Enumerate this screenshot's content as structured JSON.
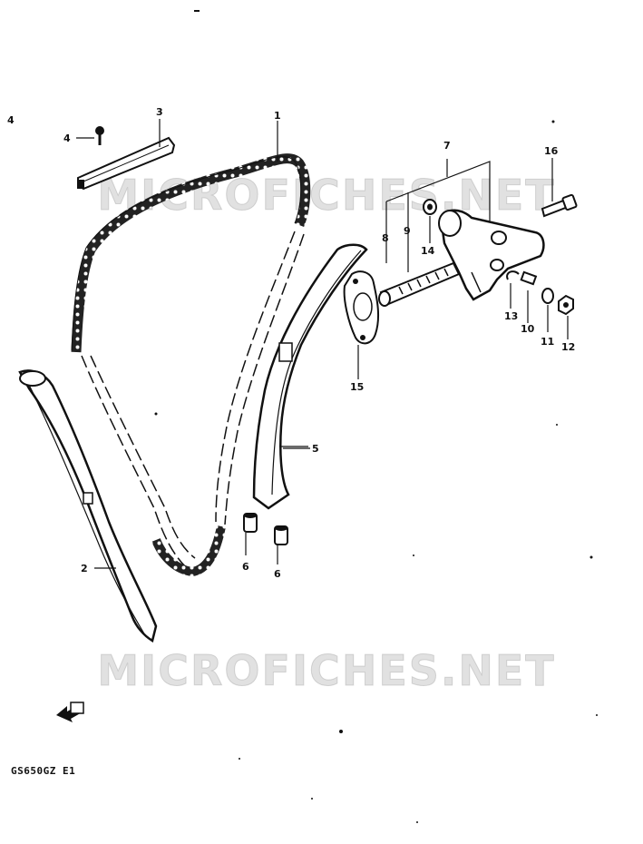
{
  "page_number": "4",
  "model_code": "GS650GZ E1",
  "watermark": "MICROFICHES.NET",
  "callouts": {
    "c1": "1",
    "c2": "2",
    "c3": "3",
    "c4": "4",
    "c5": "5",
    "c6a": "6",
    "c6b": "6",
    "c7": "7",
    "c8": "8",
    "c9": "9",
    "c10": "10",
    "c11": "11",
    "c12": "12",
    "c13": "13",
    "c14": "14",
    "c15": "15",
    "c16": "16"
  },
  "icons": {
    "front_arrow": "front-direction-arrow-icon"
  }
}
